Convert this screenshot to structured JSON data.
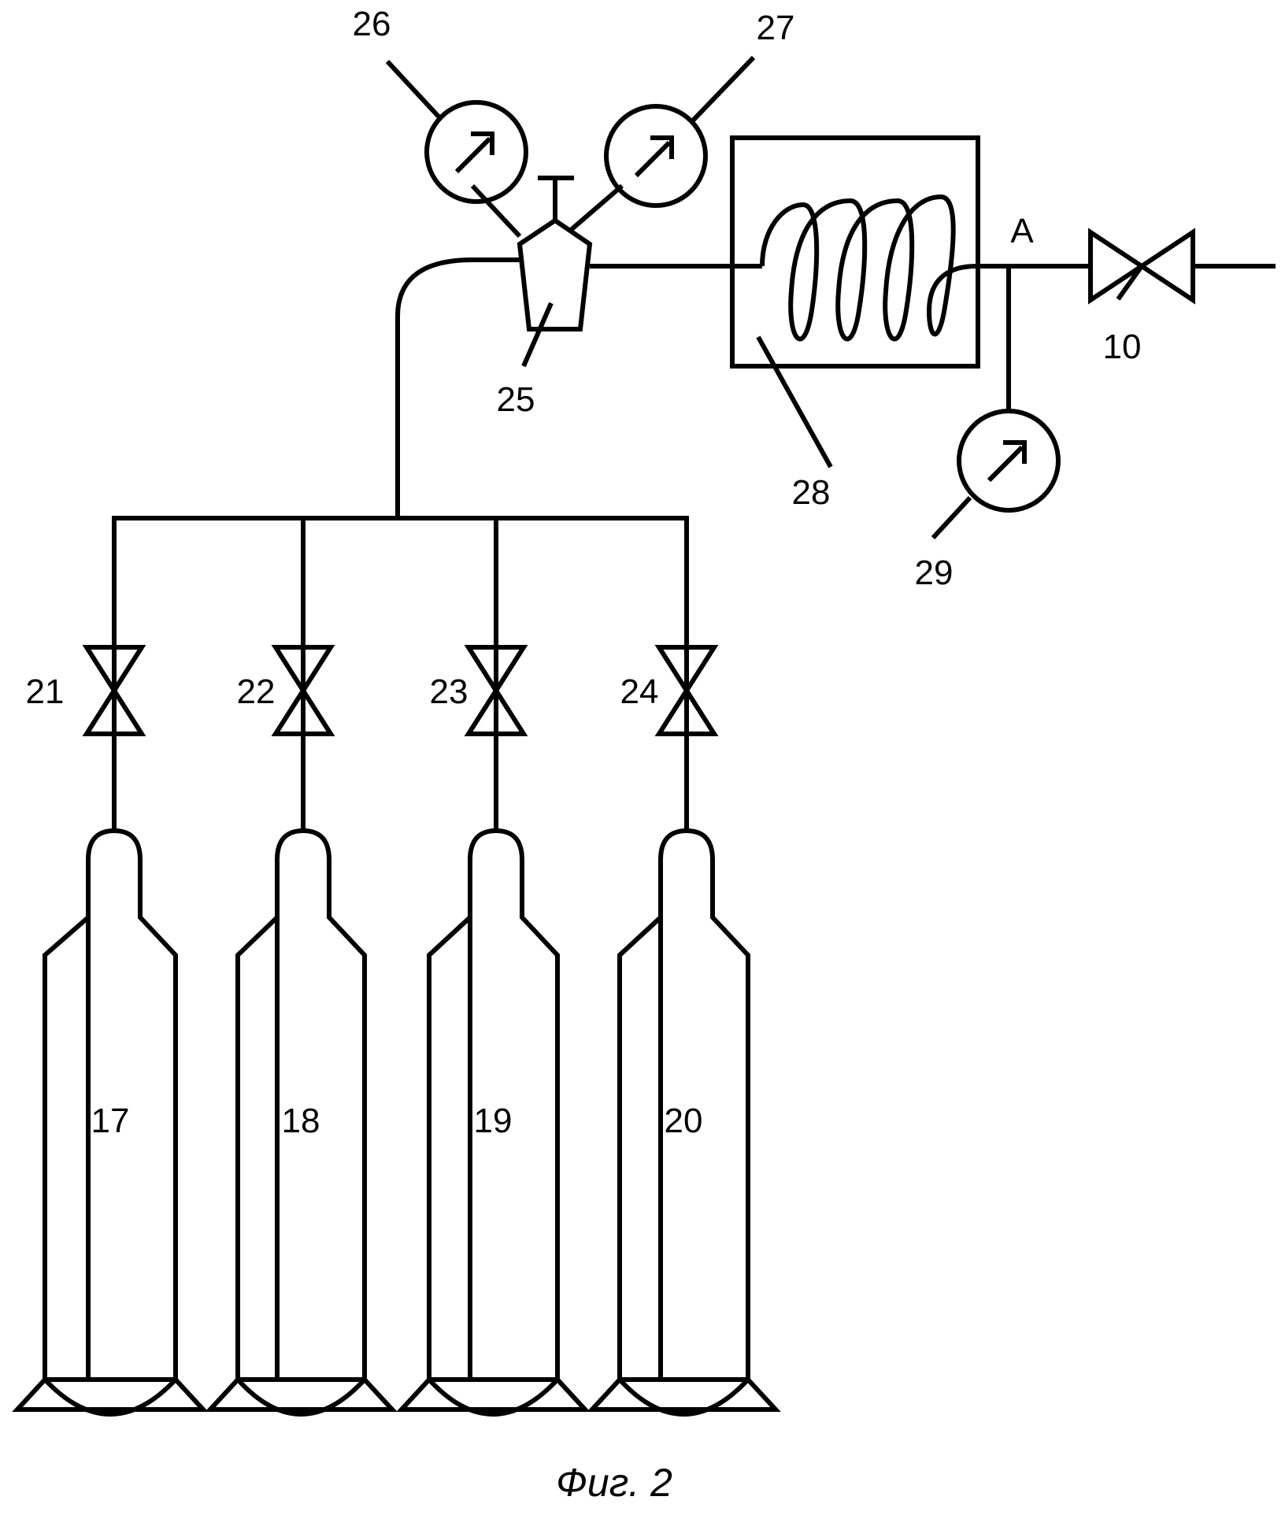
{
  "diagram": {
    "labels": {
      "gauge_26": "26",
      "gauge_27": "27",
      "regulator_25": "25",
      "heater_28": "28",
      "gauge_29": "29",
      "valve_10": "10",
      "point_a": "A",
      "valve_21": "21",
      "valve_22": "22",
      "valve_23": "23",
      "valve_24": "24",
      "cylinder_17": "17",
      "cylinder_18": "18",
      "cylinder_19": "19",
      "cylinder_20": "20"
    },
    "caption": "Фиг. 2"
  }
}
